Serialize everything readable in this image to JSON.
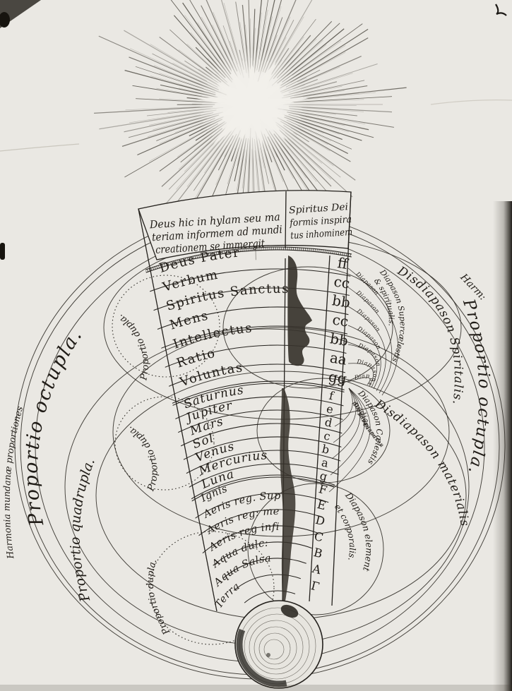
{
  "colors": {
    "paper": "#eae8e3",
    "ink": "#211e1a"
  },
  "header": {
    "left": [
      "Deus hic in hylam seu ma",
      "teriam informem ad mundi",
      "creationem se immergit"
    ],
    "right": [
      "Spiritus Dei",
      "formis inspira",
      "tus inhominem"
    ]
  },
  "sections": {
    "divine": {
      "rows": [
        {
          "label": "Deus Pater",
          "note": "ff"
        },
        {
          "label": "Verbum",
          "note": "cc"
        },
        {
          "label": "Spiritus Sanctus",
          "note": "bb"
        },
        {
          "label": "Mens",
          "note": "cc"
        },
        {
          "label": "Intellectus",
          "note": "bb"
        },
        {
          "label": "Ratio",
          "note": "aa"
        },
        {
          "label": "Voluntas",
          "note": "gg"
        }
      ]
    },
    "celestial": {
      "rows": [
        {
          "label": "Saturnus",
          "note": "f"
        },
        {
          "label": "Jupiter",
          "note": "e"
        },
        {
          "label": "Mars",
          "note": "d"
        },
        {
          "label": "Sol",
          "note": "c"
        },
        {
          "label": "Venus",
          "note": "b"
        },
        {
          "label": "Mercurius",
          "note": "a"
        },
        {
          "label": "Luna",
          "note": "g"
        }
      ]
    },
    "elemental": {
      "rows": [
        {
          "label": "Ignis",
          "note": "F"
        },
        {
          "label": "Aeris reg. Sup",
          "note": "E"
        },
        {
          "label": "Aeris reg: med",
          "note": "D"
        },
        {
          "label": "Aeris reg infi",
          "note": "C"
        },
        {
          "label": "Aqua dulc:",
          "note": "B"
        },
        {
          "label": "Aqua Salsa",
          "note": "A"
        },
        {
          "label": "Terra",
          "note": "Γ"
        }
      ]
    }
  },
  "labels": {
    "harmonia_left": "Harmonia mundanæ proportiones",
    "octupla_left": "Proportio octupla.",
    "quadrupla_left": "Proportio quadrupla.",
    "dupla_top": "Proportio dupla.",
    "dupla_mid": "Proportio dupla.",
    "dupla_bottom": "Proportio dupla.",
    "harm_right": "Harm:",
    "octupla_right": "Proportio octupla.",
    "disdiapason_spiritalis": "Disdiapason Spiritalis.",
    "supercaelestis_line1": "Diapason Supercælestis",
    "supercaelestis_line2": "& spiritualis.",
    "caelestis_line1": "Diapason Cælestis",
    "caelestis_line2": "media.",
    "disdiapason_materialis": "Disdiapason materialis",
    "element_line1": "Diapason element",
    "element_line2": "et corporalis.",
    "diapason": "Diapason"
  }
}
